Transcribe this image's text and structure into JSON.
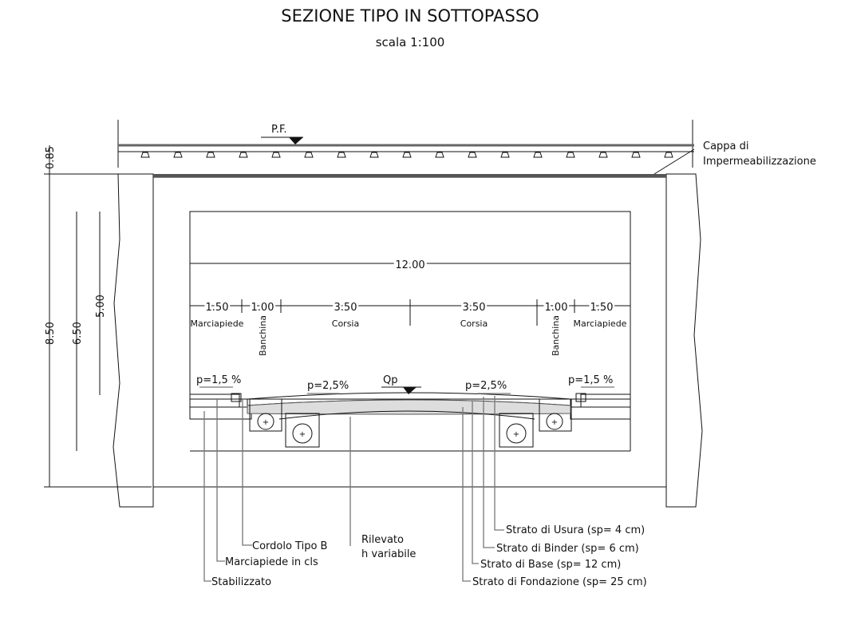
{
  "title": "SEZIONE TIPO IN SOTTOPASSO",
  "scale": "scala 1:100",
  "levels": {
    "pf": "P.F.",
    "qp": "Qp"
  },
  "cappa": {
    "line1": "Cappa di",
    "line2": "Impermeabilizzazione"
  },
  "vertical_dims": {
    "d085": "0.85",
    "d850": "8.50",
    "d650": "6.50",
    "d500": "5.00"
  },
  "total_width": "12.00",
  "segments": [
    {
      "value": "1.50",
      "label": "Marciapiede"
    },
    {
      "value": "1.00",
      "label": "Banchina"
    },
    {
      "value": "3.50",
      "label": "Corsia"
    },
    {
      "value": "3.50",
      "label": "Corsia"
    },
    {
      "value": "1.00",
      "label": "Banchina"
    },
    {
      "value": "1.50",
      "label": "Marciapiede"
    }
  ],
  "slopes": {
    "left_walk": "p=1,5 %",
    "left_lane": "p=2,5%",
    "right_lane": "p=2,5%",
    "right_walk": "p=1,5 %"
  },
  "callouts": {
    "cordolo": "Cordolo Tipo B",
    "marciapiede": "Marciapiede in cls",
    "stabilizzato": "Stabilizzato",
    "rilevato1": "Rilevato",
    "rilevato2": "h variabile",
    "usura": "Strato di Usura (sp= 4 cm)",
    "binder": "Strato di Binder (sp= 6 cm)",
    "base": "Strato di Base (sp= 12 cm)",
    "fondazione": "Strato di Fondazione (sp= 25 cm)"
  }
}
